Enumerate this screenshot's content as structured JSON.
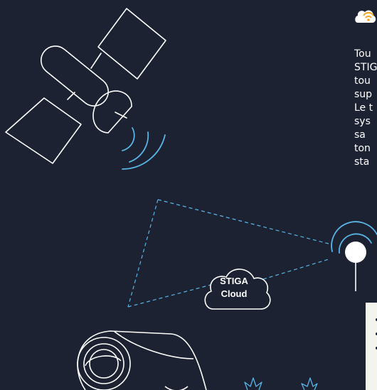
{
  "cloud": {
    "line1": "STIGA",
    "line2": "Cloud"
  },
  "description_lines": [
    "Tou",
    "STIG",
    "tou",
    "sup",
    "Le t",
    "sys",
    "sa",
    "ton",
    "sta"
  ],
  "colors": {
    "background": "#1c2231",
    "line": "#ffffff",
    "signal": "#5ab4e6",
    "accent": "#f5a623",
    "panel": "#f4f4ee"
  },
  "icons": [
    "wifi-cloud-icon",
    "satellite-icon",
    "antenna-icon",
    "cloud-icon",
    "robot-mower-icon",
    "grass-icon"
  ]
}
